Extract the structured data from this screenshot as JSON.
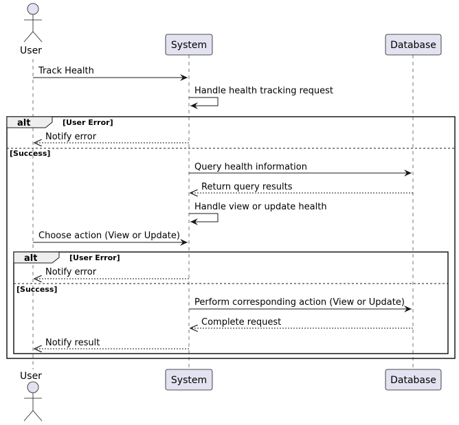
{
  "participants": {
    "user": {
      "name": "User"
    },
    "system": {
      "name": "System"
    },
    "database": {
      "name": "Database"
    }
  },
  "messages": {
    "m1": "Track Health",
    "m2": "Handle health tracking request",
    "m3": "Notify error",
    "m4": "Query health information",
    "m5": "Return query results",
    "m6": "Handle view or update health",
    "m7": "Choose action (View or Update)",
    "m8": "Notify error",
    "m9": "Perform corresponding action (View or Update)",
    "m10": "Complete request",
    "m11": "Notify result"
  },
  "fragments": {
    "outer": {
      "keyword": "alt",
      "guard1": "[User Error]",
      "guard2": "[Success]"
    },
    "inner": {
      "keyword": "alt",
      "guard1": "[User Error]",
      "guard2": "[Success]"
    }
  },
  "colors": {
    "participant_fill": "#e2e2f0",
    "participant_stroke": "#181818",
    "lifeline": "#181818"
  }
}
